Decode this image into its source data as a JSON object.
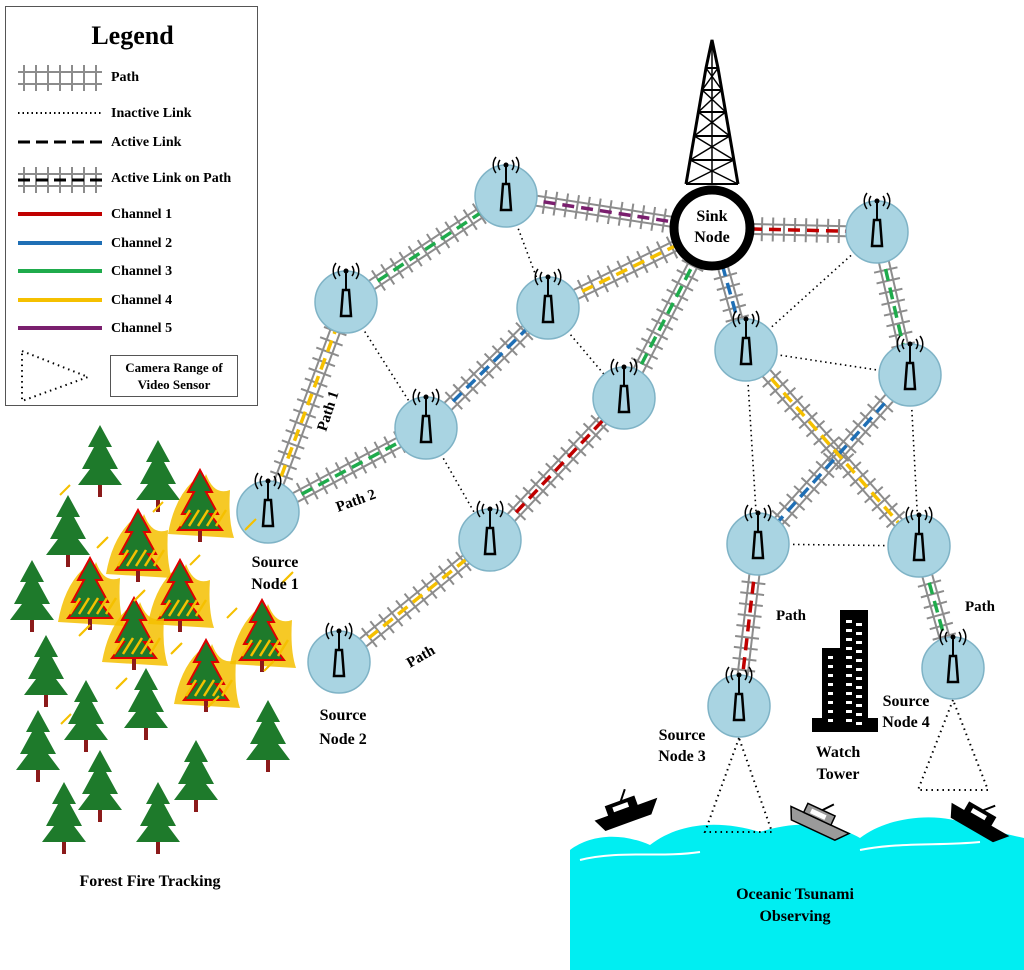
{
  "legend": {
    "title": "Legend",
    "path": "Path",
    "inactive_link": "Inactive Link",
    "active_link": "Active Link",
    "active_link_on_path": "Active Link on Path",
    "channels": [
      {
        "label": "Channel 1",
        "color": "#c00000"
      },
      {
        "label": "Channel 2",
        "color": "#1f6fb5"
      },
      {
        "label": "Channel 3",
        "color": "#1fab4c"
      },
      {
        "label": "Channel 4",
        "color": "#f5c000"
      },
      {
        "label": "Channel 5",
        "color": "#7a1f6e"
      }
    ],
    "camera_range": "Camera Range of Video Sensor"
  },
  "nodes": {
    "sink_line1": "Sink",
    "sink_line2": "Node",
    "source1_line1": "Source",
    "source1_line2": "Node 1",
    "source2_line1": "Source",
    "source2_line2": "Node 2",
    "source3_line1": "Source",
    "source3_line2": "Node 3",
    "source4_line1": "Source",
    "source4_line2": "Node 4"
  },
  "path_labels": {
    "path1": "Path 1",
    "path2": "Path 2",
    "path_source2": "Path",
    "path_source3": "Path",
    "path_source4": "Path"
  },
  "scene": {
    "forest_label": "Forest Fire Tracking",
    "watch_tower_line1": "Watch",
    "watch_tower_line2": "Tower",
    "ocean_line1": "Oceanic Tsunami",
    "ocean_line2": "Observing"
  },
  "colors": {
    "node_fill": "#a9d4e2",
    "node_stroke": "#7fb3c6",
    "rail": "#8c8c8c",
    "water": "#00eef2",
    "tree": "#1e7a2b",
    "fire": "#f5c000"
  }
}
